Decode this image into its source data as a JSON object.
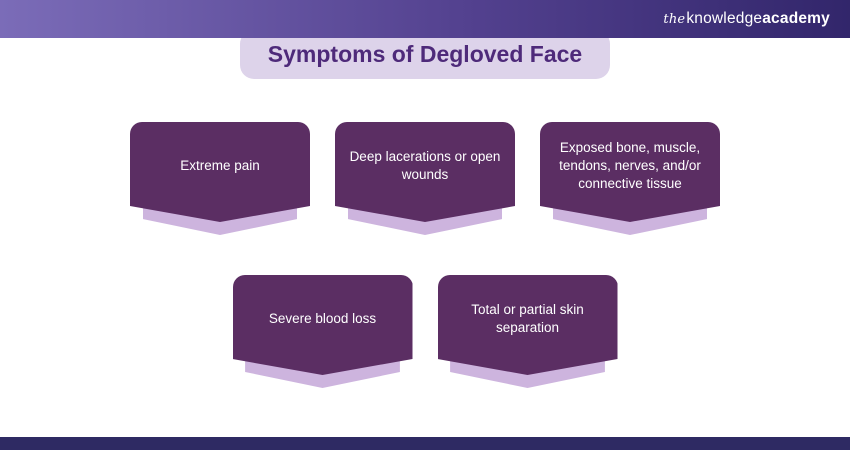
{
  "header": {
    "logo": {
      "the": "the",
      "knowledge": "knowledge",
      "academy": "academy"
    }
  },
  "title": "Symptoms of Degloved Face",
  "cards": [
    {
      "label": "Extreme pain"
    },
    {
      "label": "Deep lacerations or open wounds"
    },
    {
      "label": "Exposed bone, muscle, tendons, nerves, and/or connective tissue"
    },
    {
      "label": "Severe blood loss"
    },
    {
      "label": "Total or partial skin separation"
    }
  ],
  "colors": {
    "header_start": "#7b6cb8",
    "header_mid": "#53418f",
    "header_end": "#32266b",
    "pill_bg": "#ddd3ea",
    "title_color": "#4e2a7a",
    "card_bg": "#5b2e63",
    "card_echo": "#cdb4de",
    "footer_bg": "#2e2a63"
  }
}
